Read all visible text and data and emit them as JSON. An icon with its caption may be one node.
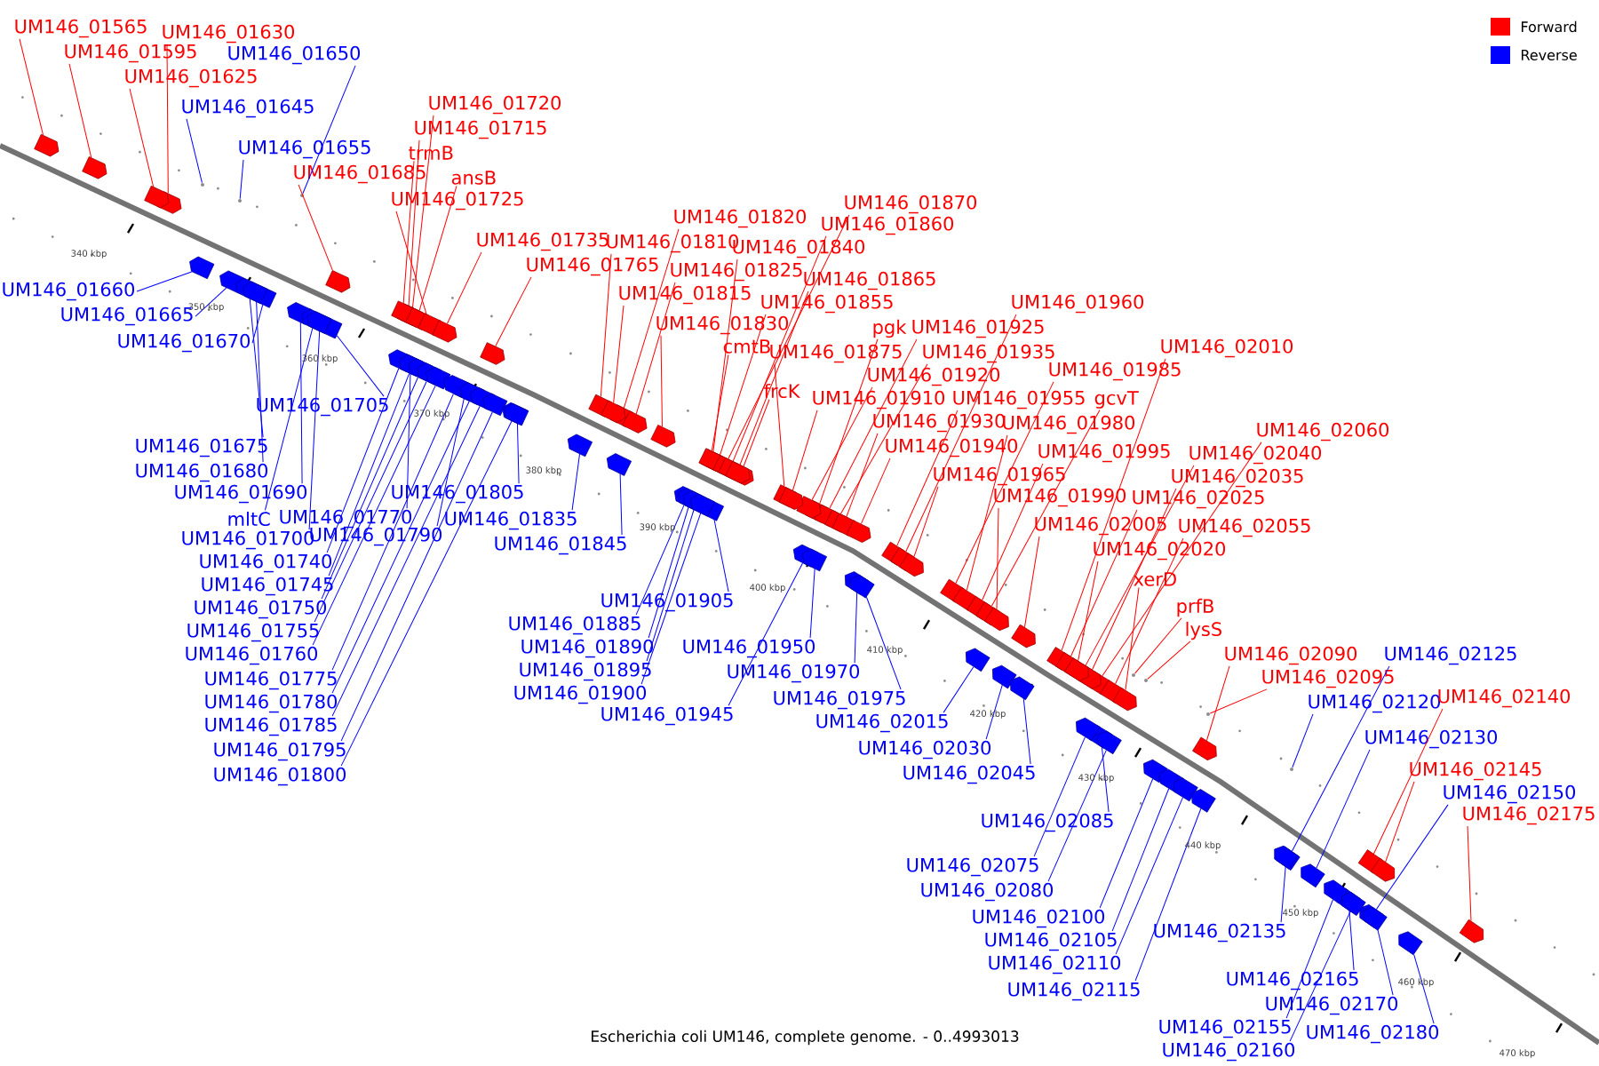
{
  "diagram": {
    "caption": "Escherichia coli UM146, complete genome. - 0..4993013",
    "nodes": [
      {
        "text": [
          "UM146_01565"
        ]
      },
      {
        "text": [
          "UM146_01595"
        ]
      },
      {
        "text": [
          "UM146_01630"
        ]
      },
      {
        "text": [
          "UM146_01625"
        ]
      },
      {
        "text": [
          "UM146_01650"
        ]
      },
      {
        "text": [
          "UM146_01645"
        ]
      },
      {
        "text": [
          "UM146_01655"
        ]
      },
      {
        "text": [
          "UM146_01685"
        ]
      },
      {
        "text": [
          "UM146_01720"
        ]
      },
      {
        "text": [
          "UM146_01715"
        ]
      },
      {
        "text": [
          "trmB"
        ]
      },
      {
        "text": [
          "ansB"
        ]
      },
      {
        "text": [
          "UM146_01725"
        ]
      },
      {
        "text": [
          "UM146_01735"
        ]
      },
      {
        "text": [
          "UM146_01765"
        ]
      },
      {
        "text": [
          "UM146_01660"
        ]
      },
      {
        "text": [
          "UM146_01665"
        ]
      },
      {
        "text": [
          "UM146_01670"
        ]
      },
      {
        "text": [
          "UM146_01705"
        ]
      },
      {
        "text": [
          "UM146_01675"
        ]
      },
      {
        "text": [
          "UM146_01680"
        ]
      },
      {
        "text": [
          "UM146_01690"
        ]
      },
      {
        "text": [
          "mltC"
        ]
      },
      {
        "text": [
          "UM146_01770"
        ]
      },
      {
        "text": [
          "UM146_01700"
        ]
      },
      {
        "text": [
          "UM146_01790"
        ]
      },
      {
        "text": [
          "UM146_01740"
        ]
      },
      {
        "text": [
          "UM146_01745"
        ]
      },
      {
        "text": [
          "UM146_01750"
        ]
      },
      {
        "text": [
          "UM146_01755"
        ]
      },
      {
        "text": [
          "UM146_01760"
        ]
      },
      {
        "text": [
          "UM146_01775"
        ]
      },
      {
        "text": [
          "UM146_01780"
        ]
      },
      {
        "text": [
          "UM146_01785"
        ]
      },
      {
        "text": [
          "UM146_01795"
        ]
      },
      {
        "text": [
          "UM146_01800"
        ]
      },
      {
        "text": [
          "UM146_01805"
        ]
      },
      {
        "text": [
          "UM146_01835"
        ]
      },
      {
        "text": [
          "UM146_01845"
        ]
      },
      {
        "text": [
          "UM146_01820"
        ]
      },
      {
        "text": [
          "UM146_01810"
        ]
      },
      {
        "text": [
          "UM146_01840"
        ]
      },
      {
        "text": [
          "UM146_01825"
        ]
      },
      {
        "text": [
          "UM146_01815"
        ]
      },
      {
        "text": [
          "UM146_01855"
        ]
      },
      {
        "text": [
          "UM146_01830"
        ]
      },
      {
        "text": [
          "cmtB"
        ]
      },
      {
        "text": [
          "UM146_01875"
        ]
      },
      {
        "text": [
          "frcK"
        ]
      },
      {
        "text": [
          "UM146_01870"
        ]
      },
      {
        "text": [
          "UM146_01860"
        ]
      },
      {
        "text": [
          "UM146_01865"
        ]
      },
      {
        "text": [
          "pgk"
        ]
      },
      {
        "text": [
          "UM146_01925"
        ]
      },
      {
        "text": [
          "UM146_01935"
        ]
      },
      {
        "text": [
          "UM146_01920"
        ]
      },
      {
        "text": [
          "UM146_01910"
        ]
      },
      {
        "text": [
          "UM146_01930"
        ]
      },
      {
        "text": [
          "UM146_01940"
        ]
      },
      {
        "text": [
          "UM146_01955"
        ]
      },
      {
        "text": [
          "UM146_01960"
        ]
      },
      {
        "text": [
          "UM146_01985"
        ]
      },
      {
        "text": [
          "UM146_01965"
        ]
      },
      {
        "text": [
          "UM146_01980"
        ]
      },
      {
        "text": [
          "UM146_01995"
        ]
      },
      {
        "text": [
          "gcvT"
        ]
      },
      {
        "text": [
          "UM146_01990"
        ]
      },
      {
        "text": [
          "UM146_02005"
        ]
      },
      {
        "text": [
          "UM146_02010"
        ]
      },
      {
        "text": [
          "UM146_02060"
        ]
      },
      {
        "text": [
          "UM146_02040"
        ]
      },
      {
        "text": [
          "UM146_02035"
        ]
      },
      {
        "text": [
          "UM146_02025"
        ]
      },
      {
        "text": [
          "UM146_02055"
        ]
      },
      {
        "text": [
          "UM146_02020"
        ]
      },
      {
        "text": [
          "xerD"
        ]
      },
      {
        "text": [
          "prfB"
        ]
      },
      {
        "text": [
          "lysS"
        ]
      },
      {
        "text": [
          "UM146_02090"
        ]
      },
      {
        "text": [
          "UM146_02095"
        ]
      },
      {
        "text": [
          "UM146_02125"
        ]
      },
      {
        "text": [
          "UM146_02120"
        ]
      },
      {
        "text": [
          "UM146_02140"
        ]
      },
      {
        "text": [
          "UM146_02130"
        ]
      },
      {
        "text": [
          "UM146_02145"
        ]
      },
      {
        "text": [
          "UM146_02150"
        ]
      },
      {
        "text": [
          "UM146_02175"
        ]
      },
      {
        "text": [
          "UM146_01905"
        ]
      },
      {
        "text": [
          "UM146_01885"
        ]
      },
      {
        "text": [
          "UM146_01890"
        ]
      },
      {
        "text": [
          "UM146_01895"
        ]
      },
      {
        "text": [
          "UM146_01900"
        ]
      },
      {
        "text": [
          "UM146_01945"
        ]
      },
      {
        "text": [
          "UM146_01950"
        ]
      },
      {
        "text": [
          "UM146_01970"
        ]
      },
      {
        "text": [
          "UM146_01975"
        ]
      },
      {
        "text": [
          "UM146_02015"
        ]
      },
      {
        "text": [
          "UM146_02030"
        ]
      },
      {
        "text": [
          "UM146_02045"
        ]
      },
      {
        "text": [
          "UM146_02085"
        ]
      },
      {
        "text": [
          "UM146_02075"
        ]
      },
      {
        "text": [
          "UM146_02080"
        ]
      },
      {
        "text": [
          "UM146_02100"
        ]
      },
      {
        "text": [
          "UM146_02105"
        ]
      },
      {
        "text": [
          "UM146_02110"
        ]
      },
      {
        "text": [
          "UM146_02115"
        ]
      },
      {
        "text": [
          "UM146_02135"
        ]
      },
      {
        "text": [
          "UM146_02165"
        ]
      },
      {
        "text": [
          "UM146_02170"
        ]
      },
      {
        "text": [
          "UM146_02155"
        ]
      },
      {
        "text": [
          "UM146_02180"
        ]
      },
      {
        "text": [
          "UM146_02160"
        ]
      },
      {
        "text": [],
        "shape": "arrow"
      },
      {
        "text": [],
        "shape": "arrow"
      },
      {
        "text": [],
        "shape": "arrow"
      },
      {
        "text": [],
        "shape": "arrow"
      },
      {
        "text": [],
        "shape": "circle"
      },
      {
        "text": [],
        "shape": "circle"
      },
      {
        "text": [],
        "shape": "circle"
      },
      {
        "text": [],
        "shape": "arrow"
      },
      {
        "text": [],
        "shape": "arrow"
      },
      {
        "text": [],
        "shape": "arrow"
      },
      {
        "text": [],
        "shape": "arrow"
      },
      {
        "text": [],
        "shape": "arrow"
      },
      {
        "text": [],
        "shape": "arrow"
      },
      {
        "text": [],
        "shape": "arrow"
      },
      {
        "text": [],
        "shape": "arrow"
      },
      {
        "text": [],
        "shape": "arrow"
      },
      {
        "text": [],
        "shape": "arrow"
      },
      {
        "text": [],
        "shape": "arrow"
      },
      {
        "text": [],
        "shape": "arrow"
      },
      {
        "text": [],
        "shape": "arrow"
      },
      {
        "text": [],
        "shape": "arrow"
      },
      {
        "text": [],
        "shape": "arrow"
      },
      {
        "text": [],
        "shape": "arrow"
      },
      {
        "text": [],
        "shape": "arrow"
      },
      {
        "text": [],
        "shape": "arrow"
      },
      {
        "text": [],
        "shape": "arrow"
      },
      {
        "text": [],
        "shape": "arrow"
      },
      {
        "text": [],
        "shape": "arrow"
      },
      {
        "text": [],
        "shape": "arrow"
      },
      {
        "text": [],
        "shape": "arrow"
      },
      {
        "text": [],
        "shape": "arrow"
      },
      {
        "text": [],
        "shape": "arrow"
      },
      {
        "text": [],
        "shape": "arrow"
      },
      {
        "text": [],
        "shape": "arrow"
      },
      {
        "text": [],
        "shape": "arrow"
      },
      {
        "text": [],
        "shape": "arrow"
      },
      {
        "text": [],
        "shape": "arrow"
      },
      {
        "text": [],
        "shape": "arrow"
      },
      {
        "text": [],
        "shape": "arrow"
      },
      {
        "text": [],
        "shape": "arrow"
      },
      {
        "text": [],
        "shape": "arrow"
      },
      {
        "text": [],
        "shape": "arrow"
      },
      {
        "text": [],
        "shape": "arrow"
      },
      {
        "text": [],
        "shape": "arrow"
      },
      {
        "text": [],
        "shape": "arrow"
      },
      {
        "text": [],
        "shape": "arrow"
      },
      {
        "text": [],
        "shape": "arrow"
      },
      {
        "text": [],
        "shape": "arrow"
      },
      {
        "text": [],
        "shape": "arrow"
      },
      {
        "text": [],
        "shape": "arrow"
      },
      {
        "text": [],
        "shape": "arrow"
      },
      {
        "text": [],
        "shape": "arrow"
      },
      {
        "text": [],
        "shape": "arrow"
      },
      {
        "text": [],
        "shape": "arrow"
      },
      {
        "text": [],
        "shape": "arrow"
      },
      {
        "text": [],
        "shape": "arrow"
      },
      {
        "text": [],
        "shape": "arrow"
      },
      {
        "text": [],
        "shape": "arrow"
      },
      {
        "text": [],
        "shape": "arrow"
      },
      {
        "text": [],
        "shape": "arrow"
      },
      {
        "text": [],
        "shape": "arrow"
      },
      {
        "text": [],
        "shape": "arrow"
      },
      {
        "text": [],
        "shape": "arrow"
      },
      {
        "text": [],
        "shape": "arrow"
      },
      {
        "text": [],
        "shape": "arrow"
      },
      {
        "text": [],
        "shape": "arrow"
      },
      {
        "text": [],
        "shape": "arrow"
      },
      {
        "text": [],
        "shape": "arrow"
      },
      {
        "text": [],
        "shape": "arrow"
      },
      {
        "text": [],
        "shape": "arrow"
      },
      {
        "text": [],
        "shape": "arrow"
      },
      {
        "text": [],
        "shape": "arrow"
      },
      {
        "text": [],
        "shape": "arrow"
      },
      {
        "text": [],
        "shape": "arrow"
      },
      {
        "text": [],
        "shape": "arrow"
      },
      {
        "text": [],
        "shape": "arrow"
      },
      {
        "text": [],
        "shape": "circle"
      },
      {
        "text": [],
        "shape": "circle"
      },
      {
        "text": [],
        "shape": "arrow"
      },
      {
        "text": [],
        "shape": "circle"
      },
      {
        "text": [],
        "shape": "arrow"
      },
      {
        "text": [],
        "shape": "circle"
      },
      {
        "text": [],
        "shape": "arrow"
      },
      {
        "text": [],
        "shape": "arrow"
      },
      {
        "text": [],
        "shape": "arrow"
      },
      {
        "text": [],
        "shape": "arrow"
      },
      {
        "text": [],
        "shape": "arrow"
      },
      {
        "text": [],
        "shape": "arrow"
      },
      {
        "text": [],
        "shape": "arrow"
      },
      {
        "text": [],
        "shape": "arrow"
      },
      {
        "text": [],
        "shape": "arrow"
      },
      {
        "text": [],
        "shape": "arrow"
      },
      {
        "text": [],
        "shape": "arrow"
      },
      {
        "text": [],
        "shape": "arrow"
      },
      {
        "text": [],
        "shape": "arrow"
      },
      {
        "text": [],
        "shape": "arrow"
      },
      {
        "text": [],
        "shape": "arrow"
      },
      {
        "text": [],
        "shape": "arrow"
      },
      {
        "text": [],
        "shape": "arrow"
      },
      {
        "text": [],
        "shape": "arrow"
      },
      {
        "text": [],
        "shape": "arrow"
      },
      {
        "text": [],
        "shape": "arrow"
      },
      {
        "text": [],
        "shape": "arrow"
      },
      {
        "text": [],
        "shape": "arrow"
      },
      {
        "text": [],
        "shape": "arrow"
      },
      {
        "text": [],
        "shape": "arrow"
      },
      {
        "text": [],
        "shape": "arrow"
      },
      {
        "text": [],
        "shape": "arrow"
      },
      {
        "text": [],
        "shape": "arrow"
      },
      {
        "text": [],
        "shape": "arrow"
      },
      {
        "text": [],
        "shape": "arrow"
      },
      {
        "text": [],
        "shape": "arrow"
      }
    ],
    "edges": [
      {
        "from": 0,
        "to": 112,
        "arrow": "none",
        "color": "#ff0000"
      },
      {
        "from": 1,
        "to": 113,
        "arrow": "none",
        "color": "#ff0000"
      },
      {
        "from": 2,
        "to": 114,
        "arrow": "none",
        "color": "#ff0000"
      },
      {
        "from": 3,
        "to": 115,
        "arrow": "none",
        "color": "#ff0000"
      },
      {
        "from": 4,
        "to": 116,
        "arrow": "none",
        "color": "#0000ff"
      },
      {
        "from": 5,
        "to": 117,
        "arrow": "none",
        "color": "#0000ff"
      },
      {
        "from": 6,
        "to": 118,
        "arrow": "none",
        "color": "#0000ff"
      },
      {
        "from": 7,
        "to": 119,
        "arrow": "none",
        "color": "#ff0000"
      },
      {
        "from": 8,
        "to": 120,
        "arrow": "none",
        "color": "#ff0000"
      },
      {
        "from": 9,
        "to": 121,
        "arrow": "none",
        "color": "#ff0000"
      },
      {
        "from": 10,
        "to": 122,
        "arrow": "none",
        "color": "#ff0000"
      },
      {
        "from": 11,
        "to": 123,
        "arrow": "none",
        "color": "#ff0000"
      },
      {
        "from": 12,
        "to": 124,
        "arrow": "none",
        "color": "#ff0000"
      },
      {
        "from": 13,
        "to": 125,
        "arrow": "none",
        "color": "#ff0000"
      },
      {
        "from": 14,
        "to": 126,
        "arrow": "none",
        "color": "#ff0000"
      },
      {
        "from": 15,
        "to": 127,
        "arrow": "none",
        "color": "#0000ff"
      },
      {
        "from": 16,
        "to": 128,
        "arrow": "none",
        "color": "#0000ff"
      },
      {
        "from": 17,
        "to": 129,
        "arrow": "none",
        "color": "#0000ff"
      },
      {
        "from": 18,
        "to": 130,
        "arrow": "none",
        "color": "#0000ff"
      },
      {
        "from": 19,
        "to": 131,
        "arrow": "none",
        "color": "#0000ff"
      },
      {
        "from": 20,
        "to": 132,
        "arrow": "none",
        "color": "#0000ff"
      },
      {
        "from": 21,
        "to": 133,
        "arrow": "none",
        "color": "#0000ff"
      },
      {
        "from": 22,
        "to": 134,
        "arrow": "none",
        "color": "#0000ff"
      },
      {
        "from": 23,
        "to": 135,
        "arrow": "none",
        "color": "#0000ff"
      },
      {
        "from": 24,
        "to": 136,
        "arrow": "none",
        "color": "#0000ff"
      },
      {
        "from": 25,
        "to": 137,
        "arrow": "none",
        "color": "#0000ff"
      },
      {
        "from": 26,
        "to": 138,
        "arrow": "none",
        "color": "#0000ff"
      },
      {
        "from": 27,
        "to": 139,
        "arrow": "none",
        "color": "#0000ff"
      },
      {
        "from": 28,
        "to": 140,
        "arrow": "none",
        "color": "#0000ff"
      },
      {
        "from": 29,
        "to": 141,
        "arrow": "none",
        "color": "#0000ff"
      },
      {
        "from": 30,
        "to": 142,
        "arrow": "none",
        "color": "#0000ff"
      },
      {
        "from": 31,
        "to": 143,
        "arrow": "none",
        "color": "#0000ff"
      },
      {
        "from": 32,
        "to": 144,
        "arrow": "none",
        "color": "#0000ff"
      },
      {
        "from": 33,
        "to": 145,
        "arrow": "none",
        "color": "#0000ff"
      },
      {
        "from": 34,
        "to": 146,
        "arrow": "none",
        "color": "#0000ff"
      },
      {
        "from": 35,
        "to": 147,
        "arrow": "none",
        "color": "#0000ff"
      },
      {
        "from": 36,
        "to": 148,
        "arrow": "none",
        "color": "#0000ff"
      },
      {
        "from": 37,
        "to": 149,
        "arrow": "none",
        "color": "#0000ff"
      },
      {
        "from": 38,
        "to": 150,
        "arrow": "none",
        "color": "#0000ff"
      },
      {
        "from": 39,
        "to": 151,
        "arrow": "none",
        "color": "#ff0000"
      },
      {
        "from": 40,
        "to": 152,
        "arrow": "none",
        "color": "#ff0000"
      },
      {
        "from": 41,
        "to": 153,
        "arrow": "none",
        "color": "#ff0000"
      },
      {
        "from": 42,
        "to": 154,
        "arrow": "none",
        "color": "#ff0000"
      },
      {
        "from": 43,
        "to": 155,
        "arrow": "none",
        "color": "#ff0000"
      },
      {
        "from": 44,
        "to": 156,
        "arrow": "none",
        "color": "#ff0000"
      },
      {
        "from": 45,
        "to": 157,
        "arrow": "none",
        "color": "#ff0000"
      },
      {
        "from": 46,
        "to": 158,
        "arrow": "none",
        "color": "#ff0000"
      },
      {
        "from": 47,
        "to": 159,
        "arrow": "none",
        "color": "#ff0000"
      },
      {
        "from": 48,
        "to": 160,
        "arrow": "none",
        "color": "#ff0000"
      },
      {
        "from": 49,
        "to": 161,
        "arrow": "none",
        "color": "#ff0000"
      },
      {
        "from": 50,
        "to": 162,
        "arrow": "none",
        "color": "#ff0000"
      },
      {
        "from": 51,
        "to": 163,
        "arrow": "none",
        "color": "#ff0000"
      },
      {
        "from": 52,
        "to": 164,
        "arrow": "none",
        "color": "#ff0000"
      },
      {
        "from": 53,
        "to": 165,
        "arrow": "none",
        "color": "#ff0000"
      },
      {
        "from": 54,
        "to": 166,
        "arrow": "none",
        "color": "#ff0000"
      },
      {
        "from": 55,
        "to": 167,
        "arrow": "none",
        "color": "#ff0000"
      },
      {
        "from": 56,
        "to": 168,
        "arrow": "none",
        "color": "#ff0000"
      },
      {
        "from": 57,
        "to": 169,
        "arrow": "none",
        "color": "#ff0000"
      },
      {
        "from": 58,
        "to": 170,
        "arrow": "none",
        "color": "#ff0000"
      },
      {
        "from": 59,
        "to": 171,
        "arrow": "none",
        "color": "#ff0000"
      },
      {
        "from": 60,
        "to": 172,
        "arrow": "none",
        "color": "#ff0000"
      },
      {
        "from": 61,
        "to": 173,
        "arrow": "none",
        "color": "#ff0000"
      },
      {
        "from": 62,
        "to": 174,
        "arrow": "none",
        "color": "#ff0000"
      },
      {
        "from": 63,
        "to": 175,
        "arrow": "none",
        "color": "#ff0000"
      },
      {
        "from": 64,
        "to": 176,
        "arrow": "none",
        "color": "#ff0000"
      },
      {
        "from": 65,
        "to": 177,
        "arrow": "none",
        "color": "#ff0000"
      },
      {
        "from": 66,
        "to": 178,
        "arrow": "none",
        "color": "#ff0000"
      },
      {
        "from": 67,
        "to": 179,
        "arrow": "none",
        "color": "#ff0000"
      },
      {
        "from": 68,
        "to": 180,
        "arrow": "none",
        "color": "#ff0000"
      },
      {
        "from": 69,
        "to": 181,
        "arrow": "none",
        "color": "#ff0000"
      },
      {
        "from": 70,
        "to": 182,
        "arrow": "none",
        "color": "#ff0000"
      },
      {
        "from": 71,
        "to": 183,
        "arrow": "none",
        "color": "#ff0000"
      },
      {
        "from": 72,
        "to": 184,
        "arrow": "none",
        "color": "#ff0000"
      },
      {
        "from": 73,
        "to": 185,
        "arrow": "none",
        "color": "#ff0000"
      },
      {
        "from": 74,
        "to": 186,
        "arrow": "none",
        "color": "#ff0000"
      },
      {
        "from": 75,
        "to": 187,
        "arrow": "none",
        "color": "#ff0000"
      },
      {
        "from": 76,
        "to": 188,
        "arrow": "none",
        "color": "#ff0000"
      },
      {
        "from": 77,
        "to": 189,
        "arrow": "none",
        "color": "#ff0000"
      },
      {
        "from": 78,
        "to": 190,
        "arrow": "none",
        "color": "#ff0000"
      },
      {
        "from": 79,
        "to": 191,
        "arrow": "none",
        "color": "#ff0000"
      },
      {
        "from": 80,
        "to": 192,
        "arrow": "none",
        "color": "#0000ff"
      },
      {
        "from": 81,
        "to": 193,
        "arrow": "none",
        "color": "#0000ff"
      },
      {
        "from": 82,
        "to": 194,
        "arrow": "none",
        "color": "#ff0000"
      },
      {
        "from": 83,
        "to": 195,
        "arrow": "none",
        "color": "#0000ff"
      },
      {
        "from": 84,
        "to": 196,
        "arrow": "none",
        "color": "#ff0000"
      },
      {
        "from": 85,
        "to": 197,
        "arrow": "none",
        "color": "#0000ff"
      },
      {
        "from": 86,
        "to": 198,
        "arrow": "none",
        "color": "#ff0000"
      },
      {
        "from": 87,
        "to": 199,
        "arrow": "none",
        "color": "#0000ff"
      },
      {
        "from": 88,
        "to": 200,
        "arrow": "none",
        "color": "#0000ff"
      },
      {
        "from": 89,
        "to": 201,
        "arrow": "none",
        "color": "#0000ff"
      },
      {
        "from": 90,
        "to": 202,
        "arrow": "none",
        "color": "#0000ff"
      },
      {
        "from": 91,
        "to": 203,
        "arrow": "none",
        "color": "#0000ff"
      },
      {
        "from": 92,
        "to": 204,
        "arrow": "none",
        "color": "#0000ff"
      },
      {
        "from": 93,
        "to": 205,
        "arrow": "none",
        "color": "#0000ff"
      },
      {
        "from": 94,
        "to": 206,
        "arrow": "none",
        "color": "#0000ff"
      },
      {
        "from": 95,
        "to": 207,
        "arrow": "none",
        "color": "#0000ff"
      },
      {
        "from": 96,
        "to": 208,
        "arrow": "none",
        "color": "#0000ff"
      },
      {
        "from": 97,
        "to": 209,
        "arrow": "none",
        "color": "#0000ff"
      },
      {
        "from": 98,
        "to": 210,
        "arrow": "none",
        "color": "#0000ff"
      },
      {
        "from": 99,
        "to": 211,
        "arrow": "none",
        "color": "#0000ff"
      },
      {
        "from": 100,
        "to": 212,
        "arrow": "none",
        "color": "#0000ff"
      },
      {
        "from": 101,
        "to": 213,
        "arrow": "none",
        "color": "#0000ff"
      },
      {
        "from": 102,
        "to": 214,
        "arrow": "none",
        "color": "#0000ff"
      },
      {
        "from": 103,
        "to": 215,
        "arrow": "none",
        "color": "#0000ff"
      },
      {
        "from": 104,
        "to": 216,
        "arrow": "none",
        "color": "#0000ff"
      },
      {
        "from": 105,
        "to": 217,
        "arrow": "none",
        "color": "#0000ff"
      },
      {
        "from": 106,
        "to": 218,
        "arrow": "none",
        "color": "#0000ff"
      },
      {
        "from": 107,
        "to": 219,
        "arrow": "none",
        "color": "#0000ff"
      },
      {
        "from": 108,
        "to": 220,
        "arrow": "none",
        "color": "#0000ff"
      },
      {
        "from": 109,
        "to": 221,
        "arrow": "none",
        "color": "#0000ff"
      },
      {
        "from": 110,
        "to": 222,
        "arrow": "none",
        "color": "#0000ff"
      },
      {
        "from": 111,
        "to": 223,
        "arrow": "none",
        "color": "#0000ff"
      }
    ],
    "labels": [
      "340 kbp",
      "350 kbp",
      "360 kbp",
      "370 kbp",
      "380 kbp",
      "390 kbp",
      "400 kbp",
      "410 kbp",
      "420 kbp",
      "430 kbp",
      "440 kbp",
      "450 kbp",
      "460 kbp",
      "470 kbp"
    ],
    "legend": [
      {
        "text": "Forward",
        "color": "#ff0000"
      },
      {
        "text": "Reverse",
        "color": "#0000ff"
      }
    ]
  }
}
